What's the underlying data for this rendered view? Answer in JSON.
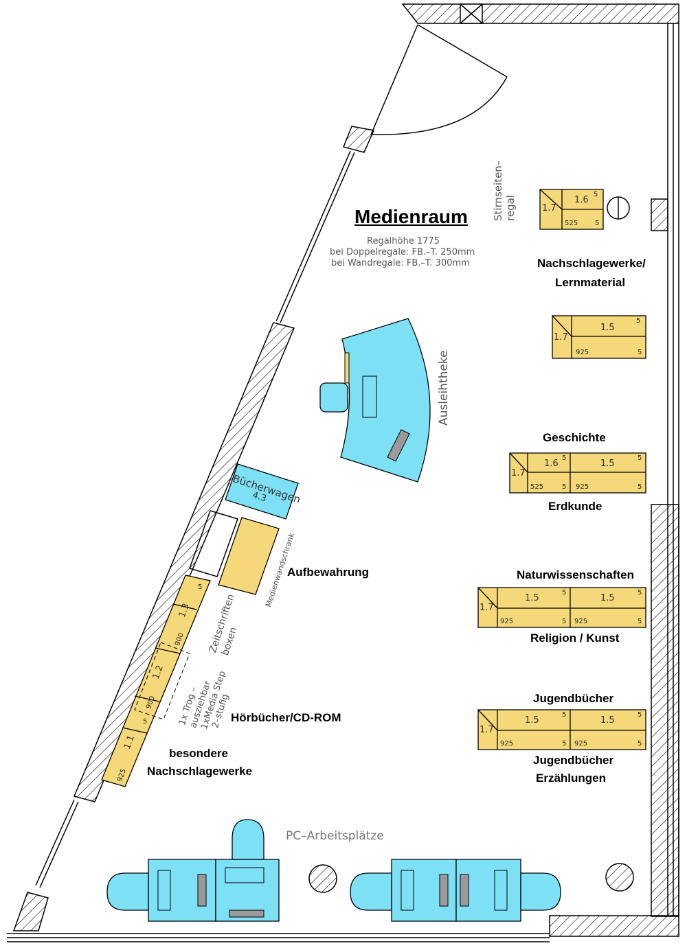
{
  "title": "Medienraum",
  "notes": {
    "line1": "Regalhöhe 1775",
    "line2": "bei Doppelregale: FB.–T. 250mm",
    "line3": "bei Wandregale: FB.–T. 300mm"
  },
  "labels": {
    "stirnseitenregal": "Stirnseiten–\nregal",
    "nachschlagewerke": "Nachschlagewerke/",
    "lernmaterial": "Lernmaterial",
    "geschichte": "Geschichte",
    "erdkunde": "Erdkunde",
    "naturwissenschaften": "Naturwissenschaften",
    "religion": "Religion / Kunst",
    "jugendbuecher_top": "Jugendbücher",
    "jugendbuecher_bottom": "Jugendbücher",
    "erzaehlungen": "Erzählungen",
    "ausleihtheke": "Ausleihtheke",
    "buecherwagen": "Bücherwagen",
    "buecherwagen_num": "4.3",
    "medienwandschrank": "Medienwandschrank",
    "aufbewahrung": "Aufbewahrung",
    "zeitschriften": "Zeitschriften",
    "boxen": "boxen",
    "trog1": "1x Trog –",
    "trog2": "ausziehbar",
    "trog3": "1xMedia Step",
    "trog4": "2–stufig",
    "hoerbuecher": "Hörbücher/CD-ROM",
    "besondere": "besondere",
    "nachschlagewerke2": "Nachschlagewerke",
    "pc": "PC–Arbeitsplätze"
  },
  "shelves": {
    "s17": "1.7",
    "s16": "1.6",
    "s15": "1.5",
    "s13": "1.3",
    "s12": "1.2",
    "s11": "1.1",
    "n5": "5",
    "n525": "525",
    "n925": "925",
    "n900": "900"
  },
  "colors": {
    "shelf": "#f5d87a",
    "furniture": "#7ee0f5",
    "line": "#000000"
  }
}
